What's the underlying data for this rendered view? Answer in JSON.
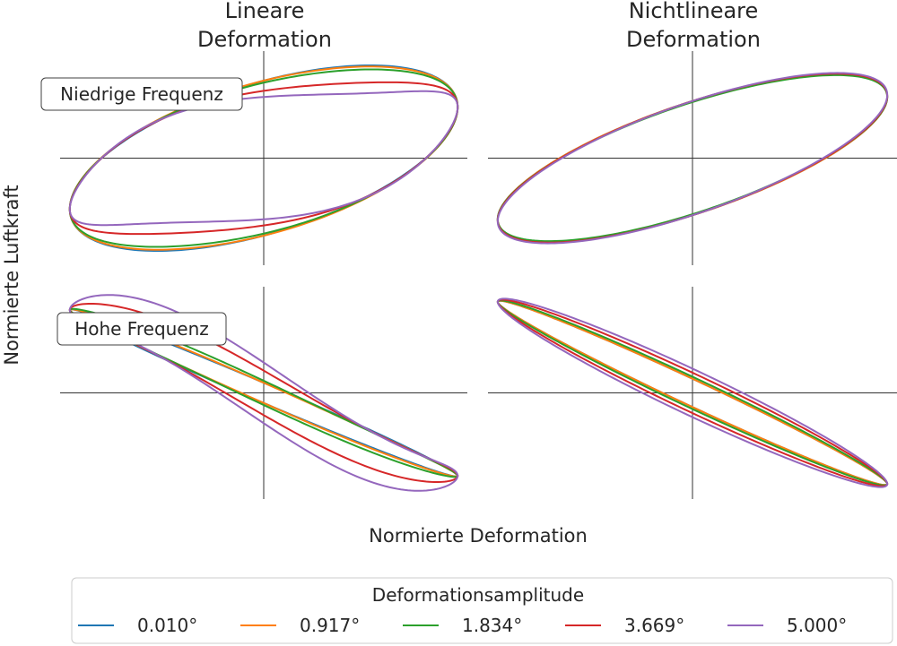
{
  "figure": {
    "xlabel": "Normierte Deformation",
    "ylabel": "Normierte Luftkraft",
    "legend_title": "Deformationsamplitude"
  },
  "legend": {
    "entries": [
      {
        "label": "0.010°",
        "color": "#1f77b4"
      },
      {
        "label": "0.917°",
        "color": "#ff7f0e"
      },
      {
        "label": "1.834°",
        "color": "#2ca02c"
      },
      {
        "label": "3.669°",
        "color": "#d62728"
      },
      {
        "label": "5.000°",
        "color": "#9467bd"
      }
    ]
  },
  "chart_data": [
    {
      "type": "line",
      "title": "Lineare Deformation",
      "annotation": "Niedrige Frequenz",
      "grid": false,
      "axes": "zero-lines",
      "xlim": [
        -1.05,
        1.05
      ],
      "ylim": [
        -1.05,
        1.05
      ],
      "series": [
        {
          "name": "0.010°",
          "color": "#1f77b4",
          "hysteresis": {
            "slope": 0.5,
            "width": 0.76,
            "cubic": 0.0
          }
        },
        {
          "name": "0.917°",
          "color": "#ff7f0e",
          "hysteresis": {
            "slope": 0.5,
            "width": 0.76,
            "cubic": 0.03
          }
        },
        {
          "name": "1.834°",
          "color": "#2ca02c",
          "hysteresis": {
            "slope": 0.5,
            "width": 0.74,
            "cubic": 0.06
          }
        },
        {
          "name": "3.669°",
          "color": "#d62728",
          "hysteresis": {
            "slope": 0.5,
            "width": 0.66,
            "cubic": 0.22
          }
        },
        {
          "name": "5.000°",
          "color": "#9467bd",
          "hysteresis": {
            "slope": 0.5,
            "width": 0.6,
            "cubic": 0.36
          }
        }
      ]
    },
    {
      "type": "line",
      "title": "Nichtlineare Deformation",
      "annotation": "",
      "grid": false,
      "axes": "zero-lines",
      "xlim": [
        -1.05,
        1.05
      ],
      "ylim": [
        -1.05,
        1.05
      ],
      "series": [
        {
          "name": "0.010°",
          "color": "#1f77b4",
          "hysteresis": {
            "slope": 0.6,
            "width": 0.56,
            "cubic": 0.0
          }
        },
        {
          "name": "0.917°",
          "color": "#ff7f0e",
          "hysteresis": {
            "slope": 0.6,
            "width": 0.56,
            "cubic": 0.0
          }
        },
        {
          "name": "1.834°",
          "color": "#2ca02c",
          "hysteresis": {
            "slope": 0.6,
            "width": 0.55,
            "cubic": 0.0
          }
        },
        {
          "name": "3.669°",
          "color": "#d62728",
          "hysteresis": {
            "slope": 0.61,
            "width": 0.56,
            "cubic": 0.0
          }
        },
        {
          "name": "5.000°",
          "color": "#9467bd",
          "hysteresis": {
            "slope": 0.62,
            "width": 0.56,
            "cubic": 0.0
          }
        }
      ]
    },
    {
      "type": "line",
      "title": "",
      "annotation": "Hohe Frequenz",
      "grid": false,
      "axes": "zero-lines",
      "xlim": [
        -1.05,
        1.05
      ],
      "ylim": [
        -1.05,
        1.05
      ],
      "series": [
        {
          "name": "0.010°",
          "color": "#1f77b4",
          "hysteresis": {
            "slope": -0.82,
            "width": 0.1,
            "cubic": 0.0
          }
        },
        {
          "name": "0.917°",
          "color": "#ff7f0e",
          "hysteresis": {
            "slope": -0.82,
            "width": 0.1,
            "cubic": 0.03
          }
        },
        {
          "name": "1.834°",
          "color": "#2ca02c",
          "hysteresis": {
            "slope": -0.82,
            "width": 0.12,
            "cubic": 0.08
          }
        },
        {
          "name": "3.669°",
          "color": "#d62728",
          "hysteresis": {
            "slope": -0.82,
            "width": 0.22,
            "cubic": 0.28
          }
        },
        {
          "name": "5.000°",
          "color": "#9467bd",
          "hysteresis": {
            "slope": -0.82,
            "width": 0.3,
            "cubic": 0.46
          }
        }
      ]
    },
    {
      "type": "line",
      "title": "",
      "annotation": "",
      "grid": false,
      "axes": "zero-lines",
      "xlim": [
        -1.05,
        1.05
      ],
      "ylim": [
        -1.05,
        1.05
      ],
      "series": [
        {
          "name": "0.010°",
          "color": "#1f77b4",
          "hysteresis": {
            "slope": -0.9,
            "width": 0.14,
            "cubic": 0.0
          }
        },
        {
          "name": "0.917°",
          "color": "#ff7f0e",
          "hysteresis": {
            "slope": -0.9,
            "width": 0.14,
            "cubic": 0.0
          }
        },
        {
          "name": "1.834°",
          "color": "#2ca02c",
          "hysteresis": {
            "slope": -0.9,
            "width": 0.16,
            "cubic": 0.0
          }
        },
        {
          "name": "3.669°",
          "color": "#d62728",
          "hysteresis": {
            "slope": -0.9,
            "width": 0.2,
            "cubic": 0.0
          }
        },
        {
          "name": "5.000°",
          "color": "#9467bd",
          "hysteresis": {
            "slope": -0.9,
            "width": 0.24,
            "cubic": 0.0
          }
        }
      ]
    }
  ]
}
